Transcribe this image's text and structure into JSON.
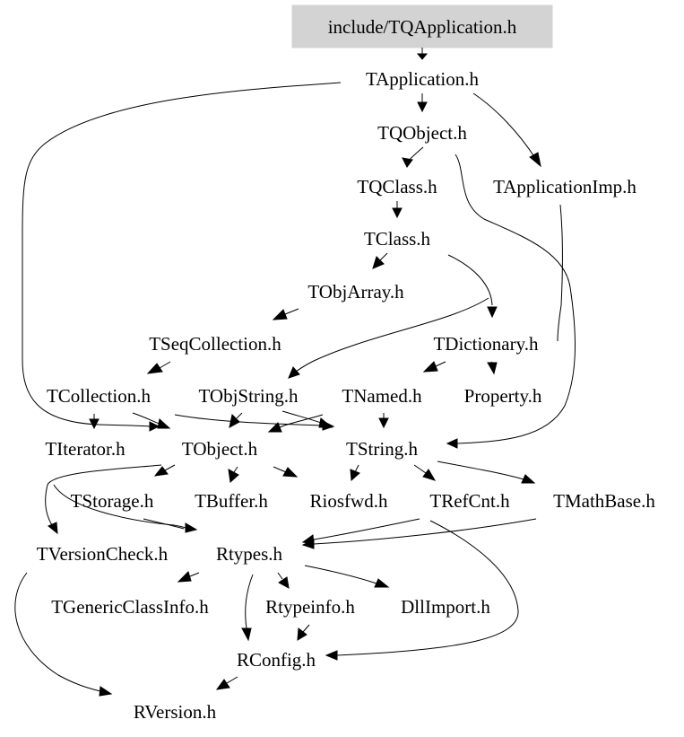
{
  "root": "include/TQApplication.h",
  "nodes": {
    "tqapplication": "include/TQApplication.h",
    "tapplication": "TApplication.h",
    "tqobject": "TQObject.h",
    "tapplicationimp": "TApplicationImp.h",
    "tqclass": "TQClass.h",
    "tclass": "TClass.h",
    "tobjarray": "TObjArray.h",
    "tseqcollection": "TSeqCollection.h",
    "tdictionary": "TDictionary.h",
    "tcollection": "TCollection.h",
    "tobjstring": "TObjString.h",
    "tnamed": "TNamed.h",
    "property": "Property.h",
    "titerator": "TIterator.h",
    "tobject": "TObject.h",
    "tstring": "TString.h",
    "tstorage": "TStorage.h",
    "tbuffer": "TBuffer.h",
    "riosfwd": "Riosfwd.h",
    "trefcnt": "TRefCnt.h",
    "tmathbase": "TMathBase.h",
    "tversioncheck": "TVersionCheck.h",
    "rtypes": "Rtypes.h",
    "tgenericclassinfo": "TGenericClassInfo.h",
    "rtypeinfo": "Rtypeinfo.h",
    "dllimport": "DllImport.h",
    "rconfig": "RConfig.h",
    "rversion": "RVersion.h"
  },
  "colors": {
    "root_fill": "#d3d3d3",
    "edge": "#000000",
    "text": "#000000",
    "background": "#ffffff"
  }
}
